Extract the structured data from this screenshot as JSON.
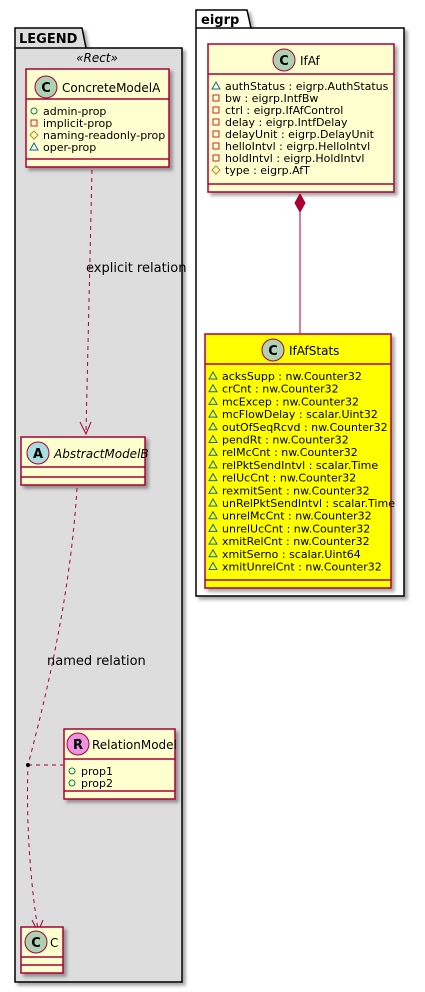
{
  "legend": {
    "title": "LEGEND",
    "stereotype": "«Rect»",
    "concrete_model": {
      "icon": "C",
      "name": "ConcreteModelA",
      "attrs": [
        {
          "vis": "+",
          "text": "admin-prop"
        },
        {
          "vis": "-",
          "text": "implicit-prop"
        },
        {
          "vis": "#",
          "text": "naming-readonly-prop"
        },
        {
          "vis": "~",
          "text": "oper-prop"
        }
      ]
    },
    "abstract_model": {
      "icon": "A",
      "name": "AbstractModelB"
    },
    "relation_model": {
      "icon": "R",
      "name": "RelationModel",
      "attrs": [
        {
          "vis": "+",
          "text": "prop1"
        },
        {
          "vis": "+",
          "text": "prop2"
        }
      ]
    },
    "c_model": {
      "icon": "C",
      "name": "C"
    },
    "explicit_label": "explicit relation",
    "named_label": "named relation"
  },
  "eigrp": {
    "title": "eigrp",
    "ifaf": {
      "icon": "C",
      "name": "IfAf",
      "attrs": [
        {
          "vis": "~",
          "text": "authStatus : eigrp.AuthStatus"
        },
        {
          "vis": "-",
          "text": "bw : eigrp.IntfBw"
        },
        {
          "vis": "-",
          "text": "ctrl : eigrp.IfAfControl"
        },
        {
          "vis": "-",
          "text": "delay : eigrp.IntfDelay"
        },
        {
          "vis": "-",
          "text": "delayUnit : eigrp.DelayUnit"
        },
        {
          "vis": "-",
          "text": "helloIntvl : eigrp.HelloIntvl"
        },
        {
          "vis": "-",
          "text": "holdIntvl : eigrp.HoldIntvl"
        },
        {
          "vis": "#",
          "text": "type : eigrp.AfT"
        }
      ]
    },
    "ifafstats": {
      "icon": "C",
      "name": "IfAfStats",
      "attrs": [
        {
          "vis": "~",
          "text": "acksSupp : nw.Counter32"
        },
        {
          "vis": "~",
          "text": "crCnt : nw.Counter32"
        },
        {
          "vis": "~",
          "text": "mcExcep : nw.Counter32"
        },
        {
          "vis": "~",
          "text": "mcFlowDelay : scalar.Uint32"
        },
        {
          "vis": "~",
          "text": "outOfSeqRcvd : nw.Counter32"
        },
        {
          "vis": "~",
          "text": "pendRt : nw.Counter32"
        },
        {
          "vis": "~",
          "text": "relMcCnt : nw.Counter32"
        },
        {
          "vis": "~",
          "text": "relPktSendIntvl : scalar.Time"
        },
        {
          "vis": "~",
          "text": "relUcCnt : nw.Counter32"
        },
        {
          "vis": "~",
          "text": "rexmitSent : nw.Counter32"
        },
        {
          "vis": "~",
          "text": "unRelPktSendIntvl : scalar.Time"
        },
        {
          "vis": "~",
          "text": "unrelMcCnt : nw.Counter32"
        },
        {
          "vis": "~",
          "text": "unrelUcCnt : nw.Counter32"
        },
        {
          "vis": "~",
          "text": "xmitRelCnt : nw.Counter32"
        },
        {
          "vis": "~",
          "text": "xmitSerno : scalar.Uint64"
        },
        {
          "vis": "~",
          "text": "xmitUnrelCnt : nw.Counter32"
        }
      ]
    }
  },
  "colors": {
    "class_fill": "#FEFECE",
    "class_border": "#A80036",
    "highlight_fill": "#FFFF00",
    "legend_fill": "#DDDDDD",
    "icon_class": "#ADD1B2",
    "icon_abstract": "#A9DCDF",
    "icon_relation": "#EB93DF"
  }
}
